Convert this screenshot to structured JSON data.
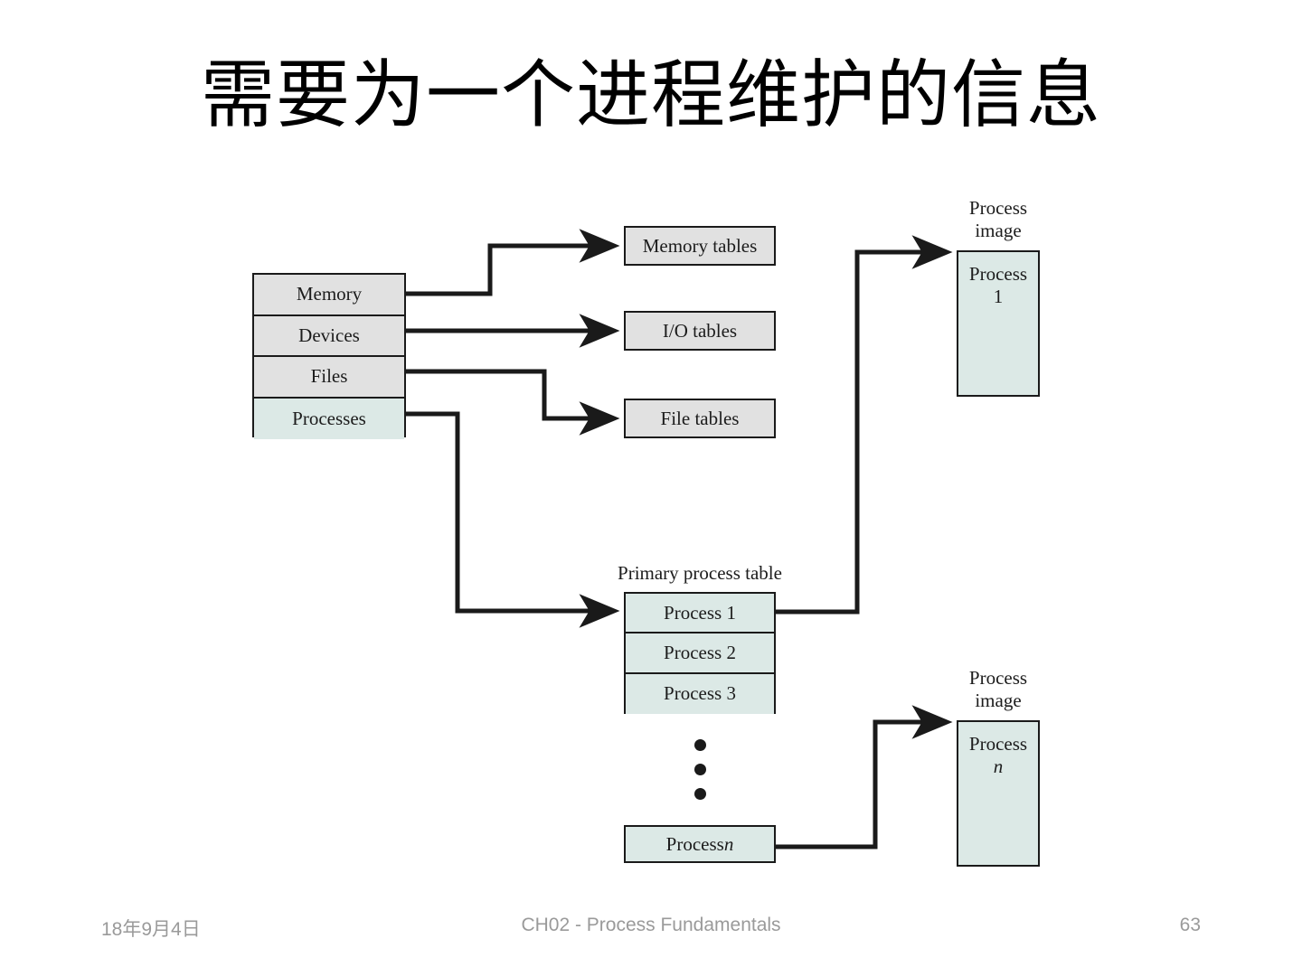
{
  "slide": {
    "title": "需要为一个进程维护的信息",
    "background": "#ffffff"
  },
  "colors": {
    "fill_gray": "#e1e1e1",
    "fill_teal": "#dce9e6",
    "stroke": "#1a1a1a",
    "text": "#1c1c1c",
    "footer_text": "#9a9a9a"
  },
  "diagram": {
    "resource_stack": {
      "rows": [
        {
          "label": "Memory",
          "fill": "gray"
        },
        {
          "label": "Devices",
          "fill": "gray"
        },
        {
          "label": "Files",
          "fill": "gray"
        },
        {
          "label": "Processes",
          "fill": "teal"
        }
      ]
    },
    "tables": [
      {
        "label": "Memory tables",
        "fill": "gray"
      },
      {
        "label": "I/O tables",
        "fill": "gray"
      },
      {
        "label": "File tables",
        "fill": "gray"
      }
    ],
    "primary_process_table": {
      "caption": "Primary process table",
      "rows": [
        {
          "label": "Process 1"
        },
        {
          "label": "Process 2"
        },
        {
          "label": "Process 3"
        }
      ],
      "ellipsis_dots": 3,
      "last_row": {
        "label_prefix": "Process ",
        "label_italic": "n"
      }
    },
    "process_images": [
      {
        "caption": "Process\nimage",
        "line1": "Process",
        "line2": "1",
        "line2_italic": false
      },
      {
        "caption": "Process\nimage",
        "line1": "Process",
        "line2": "n",
        "line2_italic": true
      }
    ],
    "connections": [
      {
        "from": "Memory",
        "to": "Memory tables",
        "style": "elbow-up"
      },
      {
        "from": "Devices",
        "to": "I/O tables",
        "style": "straight"
      },
      {
        "from": "Files",
        "to": "File tables",
        "style": "elbow-down"
      },
      {
        "from": "Processes",
        "to": "Primary process table",
        "style": "elbow-down-long"
      },
      {
        "from": "Process 1",
        "to": "Process image 1",
        "style": "elbow-up-long"
      },
      {
        "from": "Process n",
        "to": "Process image n",
        "style": "elbow-up"
      }
    ]
  },
  "footer": {
    "date": "18年9月4日",
    "center": "CH02 - Process Fundamentals",
    "page": "63"
  }
}
